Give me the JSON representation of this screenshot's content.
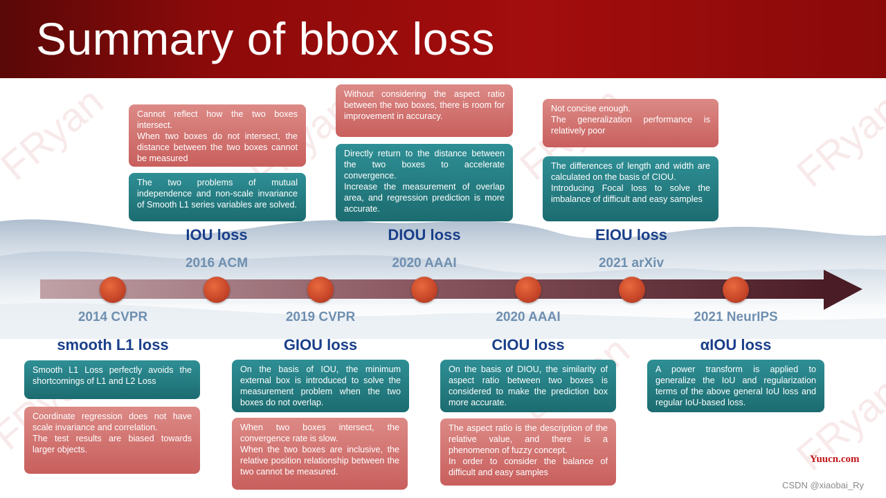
{
  "slide": {
    "title": "Summary of bbox loss",
    "watermark": "FRyan",
    "credit_site": "Yuucn.com",
    "credit_author": "CSDN @xiaobai_Ry"
  },
  "colors": {
    "header_red": "#9e0c0c",
    "loss_blue": "#1a3f8a",
    "venue_blue": "#6f8fb0",
    "box_red": "#d07270",
    "box_teal": "#247b80",
    "dot_orange": "#d4532e",
    "arrow_dark": "#4a1c25"
  },
  "top_methods": [
    {
      "name": "IOU loss",
      "venue": "2016 ACM",
      "drawback": "Cannot reflect how the two boxes intersect.\nWhen two boxes do not intersect, the distance between the two boxes cannot be measured",
      "advantage": "The two problems of mutual independence and non-scale invariance of Smooth L1 series variables are solved."
    },
    {
      "name": "DIOU loss",
      "venue": "2020 AAAI",
      "drawback": "Without considering the aspect ratio between the two boxes, there is room for improvement in accuracy.",
      "advantage": "Directly return to the distance between the two boxes to accelerate convergence.\nIncrease the measurement of overlap area, and regression prediction is more accurate."
    },
    {
      "name": "EIOU loss",
      "venue": "2021 arXiv",
      "drawback": "Not concise enough.\nThe generalization performance is relatively poor",
      "advantage": "The differences of length and width are calculated on the basis of CIOU.\nIntroducing Focal loss to solve the imbalance of difficult and easy samples"
    }
  ],
  "bottom_methods": [
    {
      "name": "smooth L1 loss",
      "venue": "2014 CVPR",
      "advantage": "Smooth L1 Loss perfectly avoids the shortcomings of L1 and L2 Loss",
      "drawback": "Coordinate regression does not have scale invariance and correlation.\nThe test results are biased towards larger objects."
    },
    {
      "name": "GIOU loss",
      "venue": "2019 CVPR",
      "advantage": "On the basis of IOU, the minimum external box is introduced to solve the measurement problem when the two boxes do not overlap.",
      "drawback": "When two boxes intersect, the convergence rate is slow.\nWhen the two boxes are inclusive, the relative position relationship between the two cannot be measured."
    },
    {
      "name": "CIOU loss",
      "venue": "2020 AAAI",
      "advantage": "On the basis of DIOU, the similarity of aspect ratio between two boxes is considered to make the prediction box more accurate.",
      "drawback": "The aspect ratio is the description of the relative value, and there is a phenomenon of fuzzy concept.\nIn order to consider the balance of difficult and easy samples"
    },
    {
      "name": "αIOU loss",
      "venue": "2021 NeurIPS",
      "advantage": "A power transform is applied to generalize the IoU and regularization terms of the above general IoU loss and regular IoU-based loss."
    }
  ]
}
